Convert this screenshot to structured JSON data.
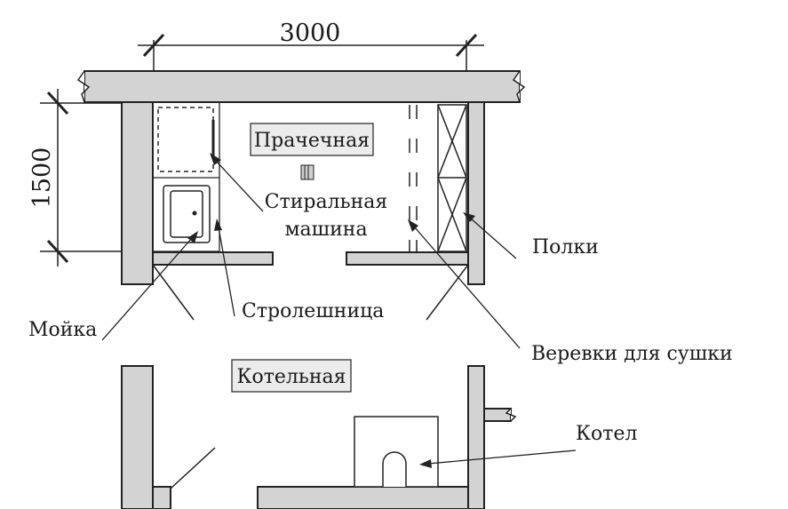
{
  "dimensions": {
    "width_label": "3000",
    "height_label": "1500"
  },
  "rooms": {
    "laundry": "Прачечная",
    "boiler_room": "Котельная"
  },
  "callouts": {
    "washing_machine_line1": "Стиральная",
    "washing_machine_line2": "машина",
    "shelves": "Полки",
    "sink": "Мойка",
    "countertop": "Стролешница",
    "drying_ropes": "Веревки для сушки",
    "boiler": "Котел"
  },
  "colors": {
    "wall_fill": "#d3d3d3",
    "line": "#222222"
  }
}
